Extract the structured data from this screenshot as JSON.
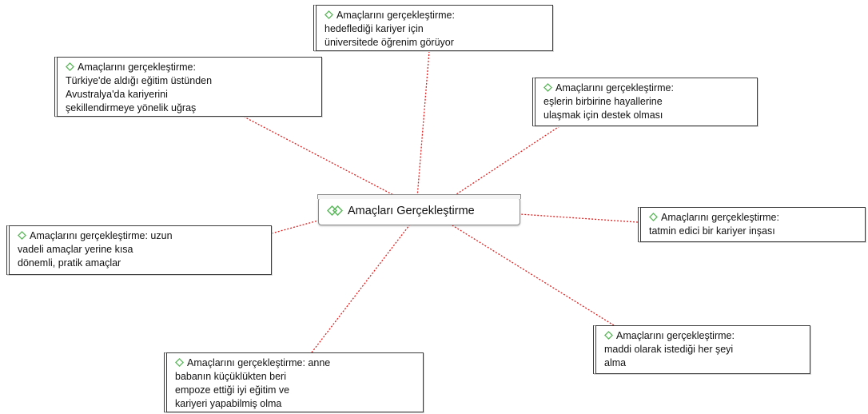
{
  "colors": {
    "link": "#e02020",
    "icon": "#5cb85c",
    "border": "#3a3a3a"
  },
  "central": {
    "label": "Amaçları Gerçekleştirme",
    "icon": "double-diamond-icon"
  },
  "nodes": [
    {
      "id": "n1",
      "icon": "diamond-icon",
      "text": "Amaçlarını gerçekleştirme:\nhedeflediği kariyer için\nüniversitede öğrenim görüyor"
    },
    {
      "id": "n2",
      "icon": "diamond-icon",
      "text": "Amaçlarını gerçekleştirme:\nTürkiye'de aldığı eğitim üstünden\nAvustralya'da kariyerini\nşekillendirmeye yönelik uğraş"
    },
    {
      "id": "n3",
      "icon": "diamond-icon",
      "text": "Amaçlarını gerçekleştirme:\neşlerin birbirine hayallerine\nulaşmak için destek olması"
    },
    {
      "id": "n4",
      "icon": "diamond-icon",
      "text": "Amaçlarını gerçekleştirme:\ntatmin edici bir kariyer inşası"
    },
    {
      "id": "n5",
      "icon": "diamond-icon",
      "text": "Amaçlarını gerçekleştirme: uzun\nvadeli amaçlar yerine kısa\ndönemli, pratik amaçlar"
    },
    {
      "id": "n6",
      "icon": "diamond-icon",
      "text": "Amaçlarını gerçekleştirme:\nmaddi olarak istediği her şeyi\nalma"
    },
    {
      "id": "n7",
      "icon": "diamond-icon",
      "text": "Amaçlarını gerçekleştirme: anne\nbabanın küçüklükten beri\nempoze ettiği iyi eğitim ve\nkariyeri yapabilmiş olma"
    }
  ]
}
